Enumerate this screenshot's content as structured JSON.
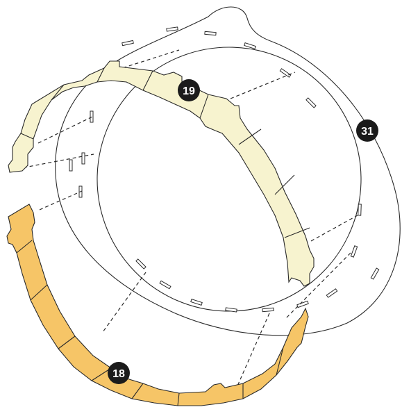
{
  "parts": [
    {
      "id": "ring-base",
      "label": "31",
      "color": "#ffffff"
    },
    {
      "id": "strip-upper",
      "label": "19",
      "color": "#f7f3cf"
    },
    {
      "id": "strip-lower",
      "label": "18",
      "color": "#f6c567"
    }
  ],
  "badge_color": "#1b1b1b"
}
